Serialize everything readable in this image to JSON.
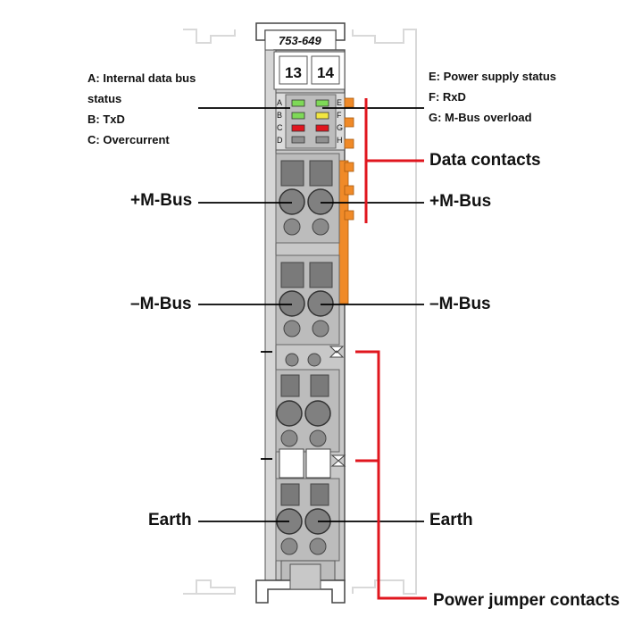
{
  "module": {
    "part_number": "753-649",
    "channel_left": "13",
    "channel_right": "14"
  },
  "led_letters_left": [
    "A",
    "B",
    "C",
    "D"
  ],
  "led_letters_right": [
    "E",
    "F",
    "G",
    "H"
  ],
  "led_colors": {
    "green": "#7ed957",
    "yellow": "#f2e640",
    "red": "#e0161e",
    "off": "#8f8f8f"
  },
  "legend_left": {
    "a_line1": "A: Internal data bus",
    "a_line2": "status",
    "b": "B: TxD",
    "c": "C: Overcurrent"
  },
  "legend_right": {
    "e": "E: Power supply status",
    "f": "F: RxD",
    "g": "G: M-Bus overload"
  },
  "labels": {
    "data_contacts": "Data contacts",
    "m_bus_plus_left": "+M-Bus",
    "m_bus_plus_right": "+M-Bus",
    "m_bus_minus_left": "–M-Bus",
    "m_bus_minus_right": "–M-Bus",
    "earth_left": "Earth",
    "earth_right": "Earth",
    "power_jumper_contacts": "Power jumper contacts"
  },
  "colors": {
    "housing": "#c8c8c8",
    "housing_dark": "#a6a6a6",
    "terminal": "#777777",
    "data_contact": "#f08a28",
    "bracket_red": "#e0161e",
    "line": "#000000"
  }
}
